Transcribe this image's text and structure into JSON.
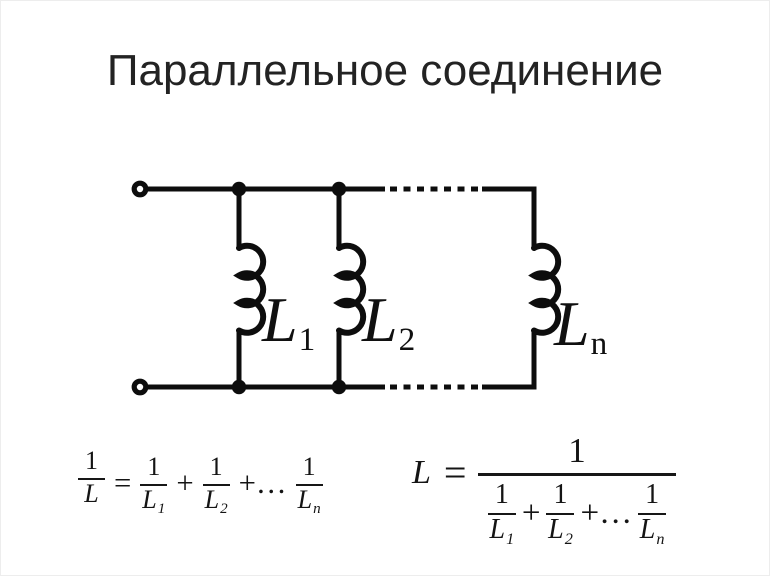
{
  "title": "Параллельное соединение",
  "colors": {
    "ink": "#141414",
    "stroke": "#0d0d0d",
    "background": "#ffffff"
  },
  "circuit": {
    "labels": [
      {
        "base": "L",
        "sub": "1"
      },
      {
        "base": "L",
        "sub": "2"
      },
      {
        "base": "L",
        "sub": "n"
      }
    ]
  },
  "formulas": {
    "reciprocal": {
      "lhs": {
        "num": "1",
        "den": "L"
      },
      "eq": "=",
      "plus": "+",
      "dots": "+…",
      "terms": [
        {
          "num": "1",
          "den": "L",
          "sub": "1"
        },
        {
          "num": "1",
          "den": "L",
          "sub": "2"
        },
        {
          "num": "1",
          "den": "L",
          "sub": "n"
        }
      ]
    },
    "solved": {
      "lhs": "L",
      "eq": "=",
      "num": "1",
      "plus": "+",
      "dots": "+…",
      "terms": [
        {
          "num": "1",
          "den": "L",
          "sub": "1"
        },
        {
          "num": "1",
          "den": "L",
          "sub": "2"
        },
        {
          "num": "1",
          "den": "L",
          "sub": "n"
        }
      ]
    }
  }
}
